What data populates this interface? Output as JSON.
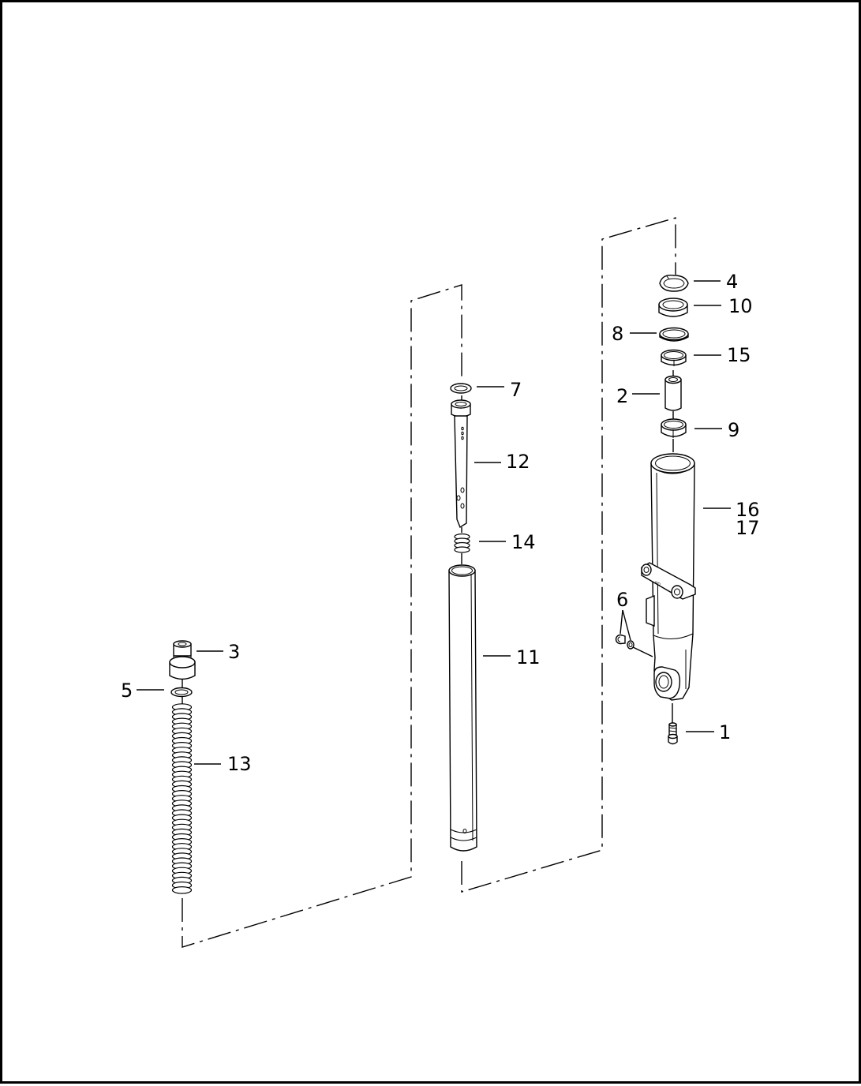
{
  "diagram": {
    "callouts": {
      "c1": "1",
      "c2": "2",
      "c3": "3",
      "c4": "4",
      "c5": "5",
      "c6": "6",
      "c7": "7",
      "c8": "8",
      "c9": "9",
      "c10": "10",
      "c11": "11",
      "c12": "12",
      "c13": "13",
      "c14": "14",
      "c15": "15",
      "c16": "16",
      "c17": "17"
    },
    "casting_mark": "HD"
  }
}
